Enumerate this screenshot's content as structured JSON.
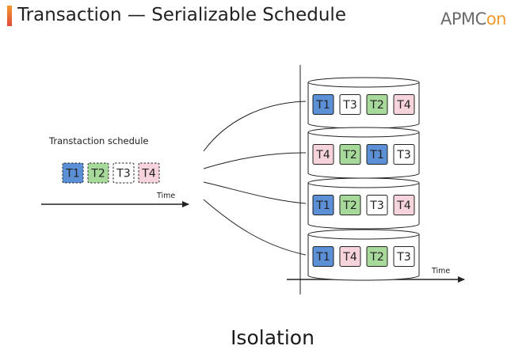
{
  "slide": {
    "title": "Transaction — Serializable Schedule",
    "footer": "Isolation"
  },
  "logo": {
    "part1": "APMC",
    "part2": "on",
    "accent_colors": [
      "#f29a2e",
      "#e04a3a"
    ]
  },
  "schedule": {
    "label": "Transtaction schedule",
    "time_label": "Time",
    "transactions": [
      "T1",
      "T2",
      "T3",
      "T4"
    ]
  },
  "serial_orders": {
    "time_label": "Time",
    "rows": [
      [
        "T1",
        "T3",
        "T2",
        "T4"
      ],
      [
        "T4",
        "T2",
        "T1",
        "T3"
      ],
      [
        "T1",
        "T2",
        "T3",
        "T4"
      ],
      [
        "T1",
        "T4",
        "T2",
        "T3"
      ]
    ]
  },
  "colors": {
    "T1": "#5b8fd6",
    "T2": "#a6d99a",
    "T3": "#ffffff",
    "T4": "#f7d4dc",
    "stroke": "#222222"
  }
}
